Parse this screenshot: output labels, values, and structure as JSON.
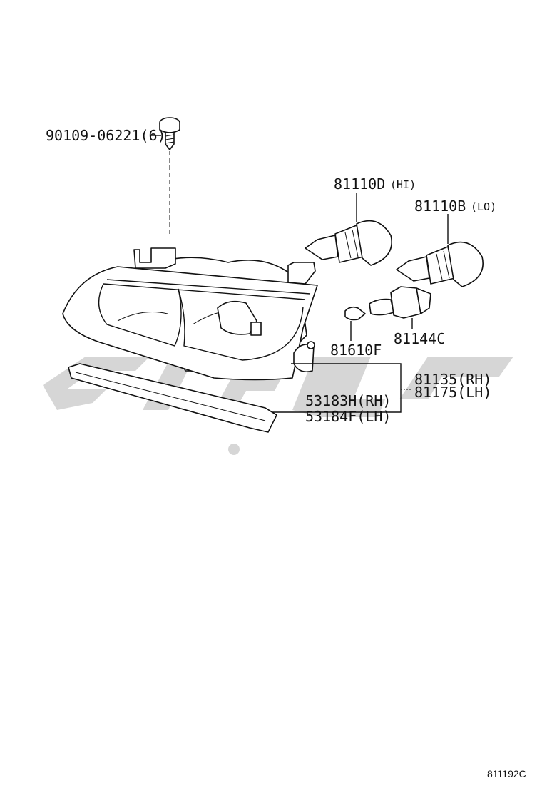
{
  "diagram": {
    "screw_label": "90109-06221(6)",
    "bulb_hi_code": "81110D",
    "bulb_hi_suffix": "(HI)",
    "bulb_lo_code": "81110B",
    "bulb_lo_suffix": "(LO)",
    "socket_code": "81144C",
    "small_bulb_code": "81610F",
    "headlamp_rh": "81135(RH)",
    "headlamp_lh": "81175(LH)",
    "garnish_rh": "53183H(RH)",
    "garnish_lh": "53184F(LH)",
    "figure_ref": "811192C"
  },
  "watermark": {
    "color": "#cfcfcf",
    "icon": "brand-watermark-logo"
  }
}
